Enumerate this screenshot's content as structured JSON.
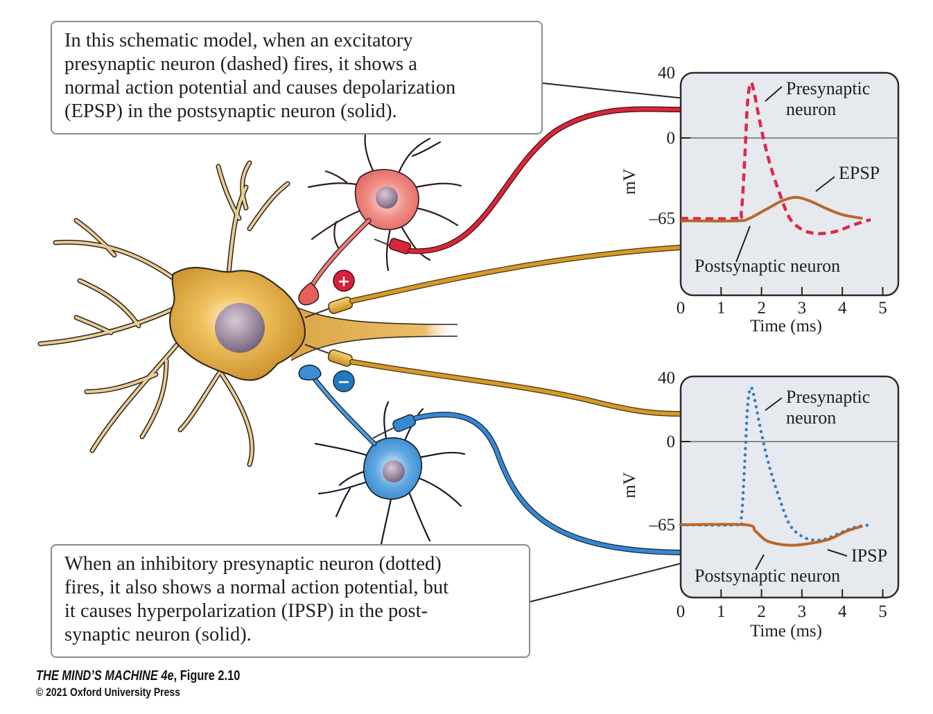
{
  "captions": {
    "top": [
      "In this schematic model, when an excitatory",
      "presynaptic neuron (dashed) fires, it shows a",
      "normal action potential and causes depolarization",
      "(EPSP) in the postsynaptic neuron (solid)."
    ],
    "bottom": [
      "When an inhibitory presynaptic neuron (dotted)",
      "fires, it also shows a normal action potential, but",
      "it causes hyperpolarization (IPSP) in the post-",
      "synaptic neuron (solid)."
    ]
  },
  "credit": {
    "title_italic": "THE MIND’S MACHINE 4e",
    "title_rest": ", Figure 2.10",
    "copyright": "© 2021 Oxford University Press"
  },
  "synapse_signs": {
    "excitatory": "+",
    "inhibitory": "−"
  },
  "colors": {
    "excitatory": "#e0264a",
    "inhibitory": "#2f7dc1",
    "postsynaptic_trace": "#b8672a",
    "postsynaptic_neuron": "#e0a63c",
    "plot_background": "#e6e9ee",
    "nucleus": "#9c8aa0"
  },
  "chart_data": [
    {
      "type": "line",
      "title": "",
      "xlabel": "Time (ms)",
      "ylabel": "mV",
      "xlim": [
        0,
        5.4
      ],
      "ylim": [
        -90,
        40
      ],
      "x_ticks": [
        "0",
        "1",
        "2",
        "3",
        "4",
        "5"
      ],
      "y_ticks": [
        "40",
        "0",
        "–65"
      ],
      "reference_line": 0,
      "series": [
        {
          "name": "Presynaptic neuron",
          "style": "dashed",
          "color": "#e0264a",
          "points": [
            [
              0,
              -65
            ],
            [
              1.4,
              -65
            ],
            [
              1.5,
              -60
            ],
            [
              1.58,
              -20
            ],
            [
              1.65,
              20
            ],
            [
              1.72,
              33
            ],
            [
              1.8,
              30
            ],
            [
              2.0,
              5
            ],
            [
              2.2,
              -20
            ],
            [
              2.45,
              -45
            ],
            [
              2.7,
              -65
            ],
            [
              3.0,
              -74
            ],
            [
              3.3,
              -77
            ],
            [
              3.6,
              -77
            ],
            [
              3.9,
              -75
            ],
            [
              4.3,
              -70
            ],
            [
              4.7,
              -66
            ],
            [
              5.4,
              -65
            ]
          ]
        },
        {
          "name": "Postsynaptic neuron",
          "annotation": "EPSP",
          "style": "solid",
          "color": "#b8672a",
          "points": [
            [
              0,
              -67
            ],
            [
              1.4,
              -67
            ],
            [
              1.7,
              -65
            ],
            [
              2.1,
              -58
            ],
            [
              2.5,
              -51
            ],
            [
              2.85,
              -48
            ],
            [
              3.2,
              -51
            ],
            [
              3.6,
              -57
            ],
            [
              4.0,
              -62
            ],
            [
              4.5,
              -65
            ],
            [
              5.4,
              -65
            ]
          ]
        }
      ],
      "labels": {
        "presynaptic": [
          "Presynaptic",
          "neuron"
        ],
        "epsp": "EPSP",
        "postsynaptic": "Postsynaptic neuron"
      }
    },
    {
      "type": "line",
      "title": "",
      "xlabel": "Time (ms)",
      "ylabel": "mV",
      "xlim": [
        0,
        5.4
      ],
      "ylim": [
        -90,
        40
      ],
      "x_ticks": [
        "0",
        "1",
        "2",
        "3",
        "4",
        "5"
      ],
      "y_ticks": [
        "40",
        "0",
        "–65"
      ],
      "reference_line": 0,
      "series": [
        {
          "name": "Presynaptic neuron",
          "style": "dotted",
          "color": "#2f7dc1",
          "points": [
            [
              0,
              -65
            ],
            [
              1.4,
              -65
            ],
            [
              1.5,
              -60
            ],
            [
              1.58,
              -20
            ],
            [
              1.65,
              20
            ],
            [
              1.72,
              33
            ],
            [
              1.8,
              30
            ],
            [
              2.0,
              5
            ],
            [
              2.2,
              -20
            ],
            [
              2.45,
              -45
            ],
            [
              2.7,
              -65
            ],
            [
              3.0,
              -74
            ],
            [
              3.3,
              -77
            ],
            [
              3.6,
              -76
            ],
            [
              3.9,
              -72
            ],
            [
              4.3,
              -67
            ],
            [
              4.7,
              -65
            ],
            [
              5.4,
              -65
            ]
          ]
        },
        {
          "name": "Postsynaptic neuron",
          "annotation": "IPSP",
          "style": "solid",
          "color": "#b8672a",
          "points": [
            [
              0,
              -65
            ],
            [
              1.6,
              -65
            ],
            [
              1.85,
              -70
            ],
            [
              2.1,
              -77
            ],
            [
              2.4,
              -80
            ],
            [
              2.8,
              -81
            ],
            [
              3.3,
              -79
            ],
            [
              3.7,
              -76
            ],
            [
              4.1,
              -70
            ],
            [
              4.5,
              -66
            ],
            [
              5.4,
              -65
            ]
          ]
        }
      ],
      "labels": {
        "presynaptic": [
          "Presynaptic",
          "neuron"
        ],
        "ipsp": "IPSP",
        "postsynaptic": "Postsynaptic neuron"
      }
    }
  ]
}
